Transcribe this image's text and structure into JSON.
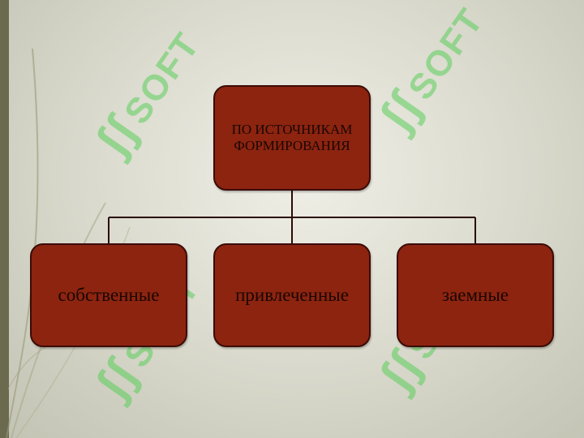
{
  "diagram": {
    "root": {
      "label": "ПО ИСТОЧНИКАМ ФОРМИРОВАНИЯ"
    },
    "children": [
      {
        "label": "собственные"
      },
      {
        "label": "привлеченные"
      },
      {
        "label": "заемные"
      }
    ]
  },
  "watermark": {
    "glyph": "ʃʃ",
    "text": "SOFT"
  },
  "colors": {
    "node_fill": "#8c2410",
    "node_border": "#3b0c05",
    "connector": "#2a0d06",
    "watermark": "#5acd5a"
  }
}
